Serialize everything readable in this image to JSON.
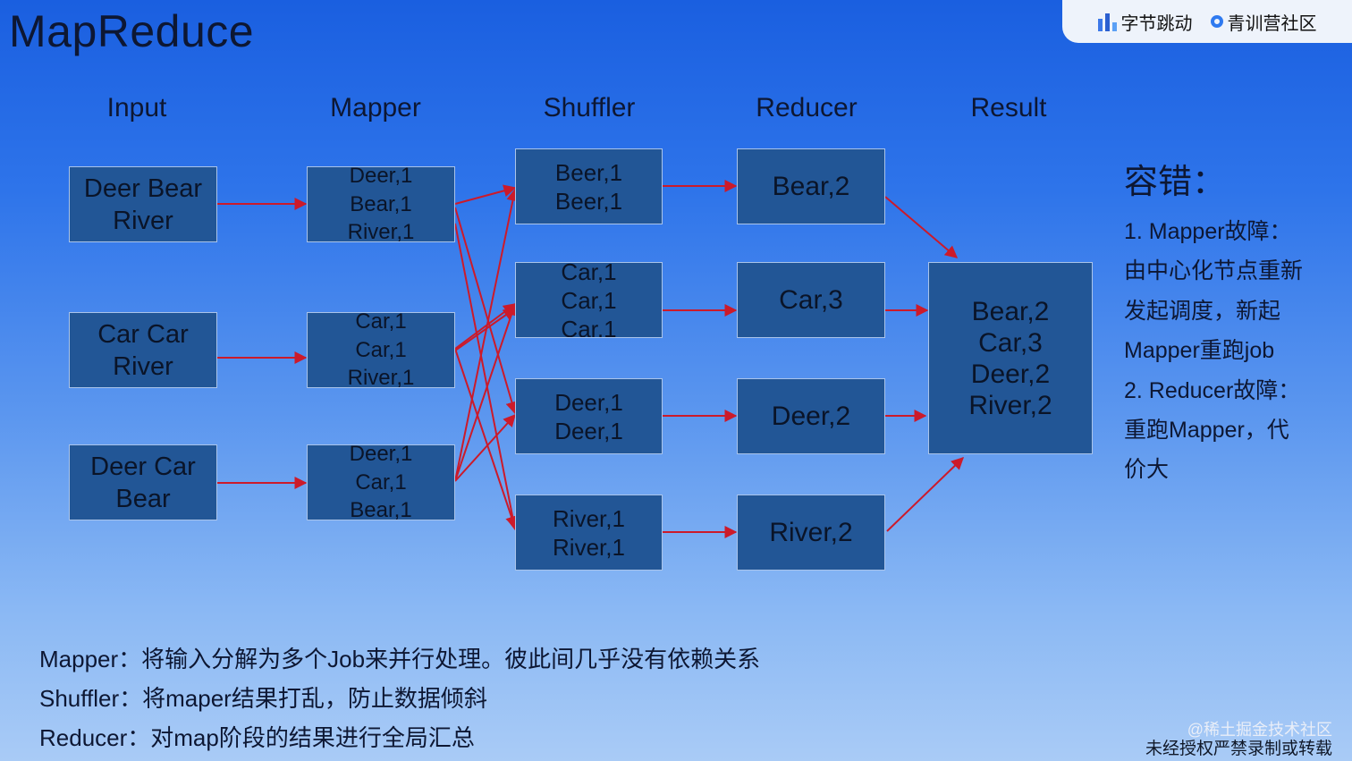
{
  "title": "MapReduce",
  "logos": {
    "bytedance": "字节跳动",
    "community": "青训营社区"
  },
  "columns": {
    "input": "Input",
    "mapper": "Mapper",
    "shuffler": "Shuffler",
    "reducer": "Reducer",
    "result": "Result"
  },
  "inputs": [
    [
      "Deer Bear",
      "River"
    ],
    [
      "Car Car",
      "River"
    ],
    [
      "Deer Car",
      "Bear"
    ]
  ],
  "mappers": [
    [
      "Deer,1",
      "Bear,1",
      "River,1"
    ],
    [
      "Car,1",
      "Car,1",
      "River,1"
    ],
    [
      "Deer,1",
      "Car,1",
      "Bear,1"
    ]
  ],
  "shufflers": [
    [
      "Beer,1",
      "Beer,1"
    ],
    [
      "Car,1",
      "Car,1",
      "Car,1"
    ],
    [
      "Deer,1",
      "Deer,1"
    ],
    [
      "River,1",
      "River,1"
    ]
  ],
  "reducers": [
    "Bear,2",
    "Car,3",
    "Deer,2",
    "River,2"
  ],
  "result": [
    "Bear,2",
    "Car,3",
    "Deer,2",
    "River,2"
  ],
  "notes": {
    "heading": "容错：",
    "lines": [
      "1. Mapper故障：",
      "由中心化节点重新",
      "发起调度，新起",
      "Mapper重跑job",
      "2. Reducer故障：",
      "重跑Mapper，代",
      "价大"
    ]
  },
  "descriptions": [
    "Mapper：将输入分解为多个Job来并行处理。彼此间几乎没有依赖关系",
    "Shuffler：将maper结果打乱，防止数据倾斜",
    "Reducer：对map阶段的结果进行全局汇总"
  ],
  "credit": {
    "line1": "@稀土掘金技术社区",
    "line2": "未经授权严禁录制或转载"
  },
  "colors": {
    "arrow": "#cc1a2a",
    "node_fill": "#225696",
    "node_border": "#aac4ea"
  }
}
